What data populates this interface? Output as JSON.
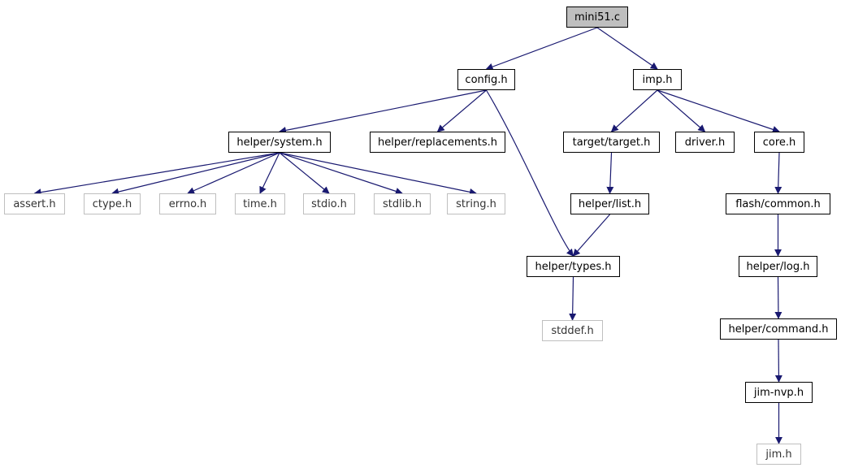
{
  "diagram": {
    "nodes": [
      {
        "id": "mini51",
        "label": "mini51.c",
        "kind": "root"
      },
      {
        "id": "config",
        "label": "config.h",
        "kind": "doc"
      },
      {
        "id": "imp",
        "label": "imp.h",
        "kind": "doc"
      },
      {
        "id": "system",
        "label": "helper/system.h",
        "kind": "doc"
      },
      {
        "id": "replacements",
        "label": "helper/replacements.h",
        "kind": "doc"
      },
      {
        "id": "target",
        "label": "target/target.h",
        "kind": "doc"
      },
      {
        "id": "driver",
        "label": "driver.h",
        "kind": "doc"
      },
      {
        "id": "core",
        "label": "core.h",
        "kind": "doc"
      },
      {
        "id": "assert",
        "label": "assert.h",
        "kind": "ext"
      },
      {
        "id": "ctype",
        "label": "ctype.h",
        "kind": "ext"
      },
      {
        "id": "errno",
        "label": "errno.h",
        "kind": "ext"
      },
      {
        "id": "time",
        "label": "time.h",
        "kind": "ext"
      },
      {
        "id": "stdio",
        "label": "stdio.h",
        "kind": "ext"
      },
      {
        "id": "stdlib",
        "label": "stdlib.h",
        "kind": "ext"
      },
      {
        "id": "string",
        "label": "string.h",
        "kind": "ext"
      },
      {
        "id": "list",
        "label": "helper/list.h",
        "kind": "doc"
      },
      {
        "id": "flashcommon",
        "label": "flash/common.h",
        "kind": "doc"
      },
      {
        "id": "types",
        "label": "helper/types.h",
        "kind": "doc"
      },
      {
        "id": "log",
        "label": "helper/log.h",
        "kind": "doc"
      },
      {
        "id": "stddef",
        "label": "stddef.h",
        "kind": "ext"
      },
      {
        "id": "command",
        "label": "helper/command.h",
        "kind": "doc"
      },
      {
        "id": "jimnvp",
        "label": "jim-nvp.h",
        "kind": "doc"
      },
      {
        "id": "jim",
        "label": "jim.h",
        "kind": "ext"
      }
    ],
    "edges": [
      [
        "mini51",
        "config"
      ],
      [
        "mini51",
        "imp"
      ],
      [
        "config",
        "system"
      ],
      [
        "config",
        "replacements"
      ],
      [
        "config",
        "types"
      ],
      [
        "system",
        "assert"
      ],
      [
        "system",
        "ctype"
      ],
      [
        "system",
        "errno"
      ],
      [
        "system",
        "time"
      ],
      [
        "system",
        "stdio"
      ],
      [
        "system",
        "stdlib"
      ],
      [
        "system",
        "string"
      ],
      [
        "imp",
        "target"
      ],
      [
        "imp",
        "driver"
      ],
      [
        "imp",
        "core"
      ],
      [
        "target",
        "list"
      ],
      [
        "list",
        "types"
      ],
      [
        "types",
        "stddef"
      ],
      [
        "core",
        "flashcommon"
      ],
      [
        "flashcommon",
        "log"
      ],
      [
        "log",
        "command"
      ],
      [
        "command",
        "jimnvp"
      ],
      [
        "jimnvp",
        "jim"
      ]
    ],
    "edge_color": "#191970"
  }
}
